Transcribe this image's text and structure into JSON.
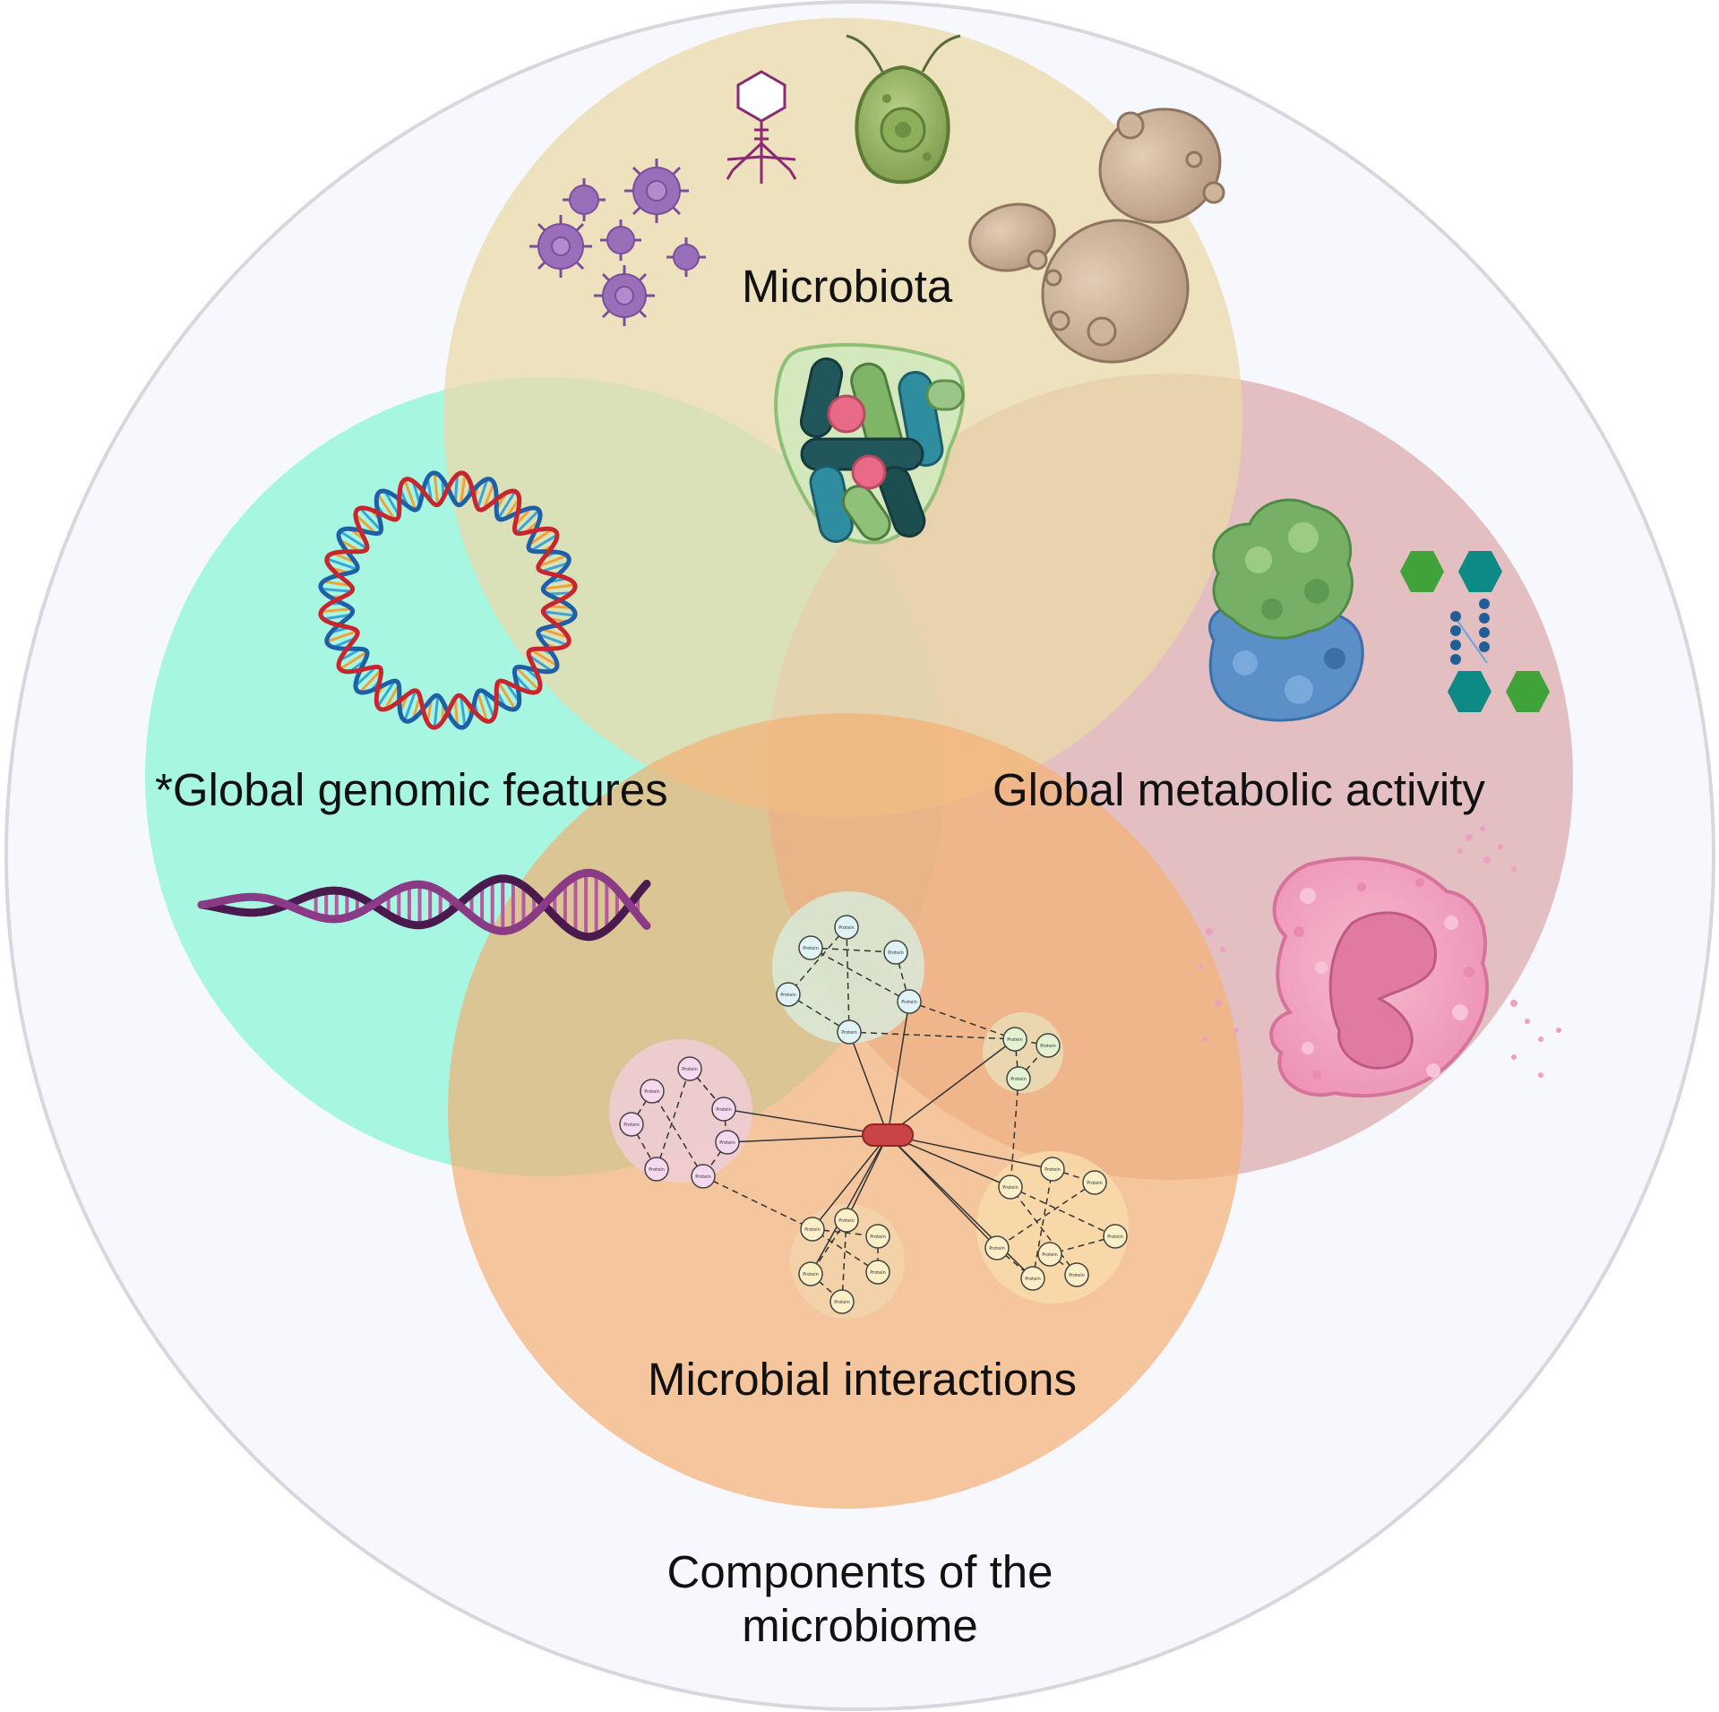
{
  "diagram": {
    "labels": {
      "microbiota": "Microbiota",
      "genomic": "*Global genomic features",
      "metabolic": "Global metabolic activity",
      "interactions": "Microbial interactions",
      "outer_line1": "Components of the",
      "outer_line2": "microbiome"
    },
    "node_text": "Protein",
    "colors": {
      "outer_fill": "#f7f8fd",
      "outer_stroke": "#d6d8de",
      "microbiota": "#ead9a9",
      "genomic": "#8ff5d8",
      "metabolic": "#dca9ab",
      "interactions": "#f4b173"
    },
    "icons": [
      "bacteriophage-icon",
      "green-algae-icon",
      "yeast-cells-icon",
      "virus-particles-icon",
      "bacterial-biofilm-icon",
      "circular-dna-icon",
      "dna-helix-icon",
      "protein-structure-icon",
      "metabolite-chain-icon",
      "neutrophil-icon",
      "protein-network-icon"
    ]
  }
}
